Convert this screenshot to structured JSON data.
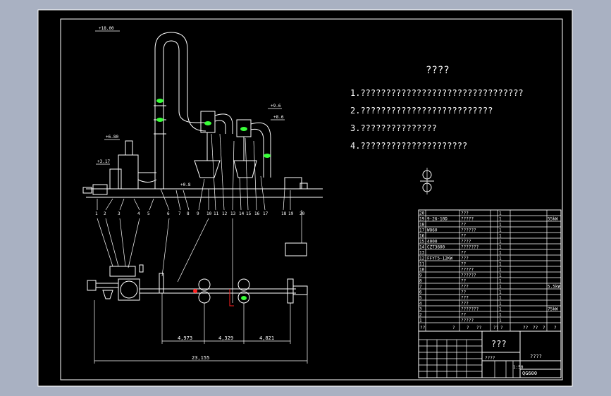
{
  "drawing": {
    "elevations": {
      "top": "+18.00",
      "e1": "+9.6",
      "e2": "+8.6",
      "e3": "+6.80",
      "e4": "+3.17",
      "e5": "+0.8"
    },
    "notes_title": "????",
    "notes": [
      "1.????????????????????????????????",
      "2.??????????????????????????",
      "3.???????????????",
      "4.?????????????????????"
    ],
    "dimensions": {
      "d1": "4,973",
      "d2": "4,329",
      "d3": "4,821",
      "total": "23,155"
    },
    "callouts": [
      "1",
      "2",
      "3",
      "4",
      "5",
      "6",
      "7",
      "8",
      "9",
      "10",
      "11",
      "12",
      "13",
      "14",
      "15",
      "16",
      "17",
      "18",
      "19",
      "20"
    ],
    "bom_rows": [
      {
        "no": "20",
        "code": "",
        "name": "???",
        "qty": "1",
        "note": ""
      },
      {
        "no": "19",
        "code": "9-26-10D",
        "name": "?????",
        "qty": "1",
        "note": "55kW"
      },
      {
        "no": "18",
        "code": "",
        "name": "??",
        "qty": "1",
        "note": ""
      },
      {
        "no": "17",
        "code": "WO60",
        "name": "??????",
        "qty": "1",
        "note": ""
      },
      {
        "no": "16",
        "code": "",
        "name": "??",
        "qty": "1",
        "note": ""
      },
      {
        "no": "15",
        "code": "4000",
        "name": "????",
        "qty": "1",
        "note": ""
      },
      {
        "no": "14",
        "code": "CZT3600",
        "name": "???????",
        "qty": "1",
        "note": ""
      },
      {
        "no": "13",
        "code": "",
        "name": "??",
        "qty": "1",
        "note": ""
      },
      {
        "no": "12",
        "code": "FFYT5-12KW",
        "name": "???",
        "qty": "1",
        "note": ""
      },
      {
        "no": "11",
        "code": "",
        "name": "??",
        "qty": "1",
        "note": ""
      },
      {
        "no": "10",
        "code": "",
        "name": "?????",
        "qty": "1",
        "note": ""
      },
      {
        "no": "9",
        "code": "",
        "name": "??????",
        "qty": "1",
        "note": ""
      },
      {
        "no": "8",
        "code": "",
        "name": "??",
        "qty": "1",
        "note": ""
      },
      {
        "no": "7",
        "code": "",
        "name": "???",
        "qty": "1",
        "note": "5.5kW"
      },
      {
        "no": "6",
        "code": "",
        "name": "??",
        "qty": "1",
        "note": ""
      },
      {
        "no": "5",
        "code": "",
        "name": "???",
        "qty": "1",
        "note": ""
      },
      {
        "no": "4",
        "code": "",
        "name": "???",
        "qty": "1",
        "note": ""
      },
      {
        "no": "3",
        "code": "",
        "name": "???????",
        "qty": "1",
        "note": "75kW"
      },
      {
        "no": "2",
        "code": "",
        "name": "??",
        "qty": "1",
        "note": ""
      },
      {
        "no": "1",
        "code": "",
        "name": "?????",
        "qty": "1",
        "note": ""
      }
    ],
    "bom_header": [
      "??",
      "?",
      "?",
      "??",
      "??",
      "?",
      "??",
      "??",
      "?",
      "?"
    ],
    "title_block": {
      "title_a": "???",
      "title_b": "????",
      "code": "QG600",
      "scale": "1:50",
      "counts": "????"
    }
  }
}
